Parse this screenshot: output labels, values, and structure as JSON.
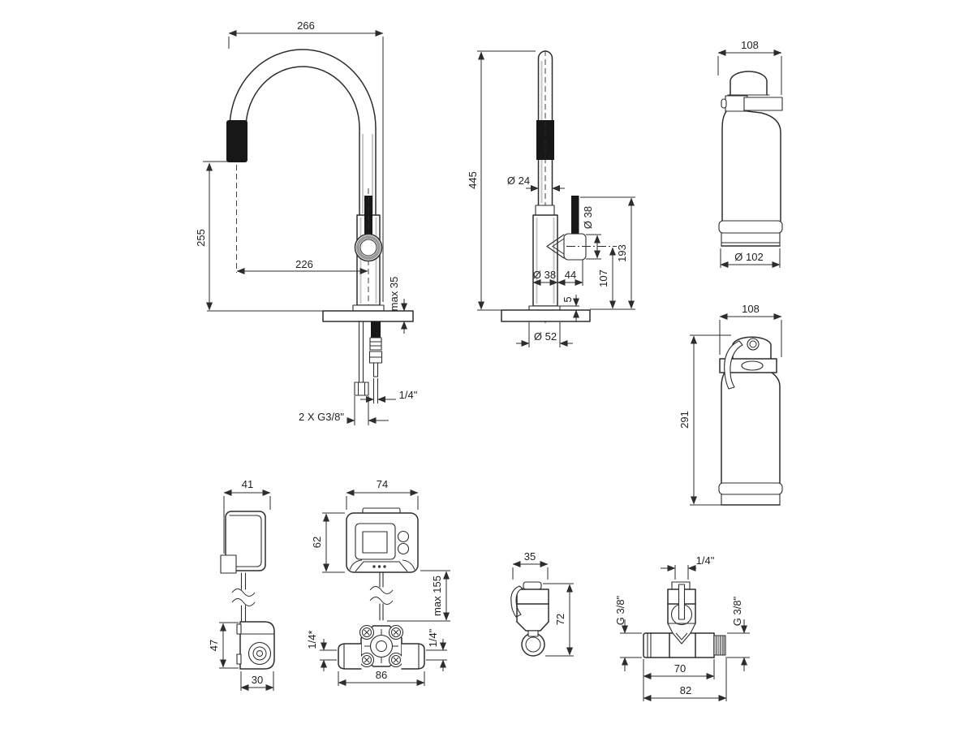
{
  "palette": {
    "ink": "#2d2d2d",
    "fill_black": "#171717",
    "shade_gray": "#c7c7c7",
    "background": "#ffffff"
  },
  "views": {
    "faucet_front": {
      "dims": {
        "spout_width": "266",
        "spout_height": "255",
        "spout_reach": "226",
        "deck_thickness": "max 35",
        "supply_hoses": "2 X G3/8\"",
        "filter_hose": "1/4\""
      }
    },
    "faucet_side": {
      "dims": {
        "total_height": "445",
        "spout_diameter": "Ø 24",
        "handle_diameter": "Ø 38",
        "handle_top_height": "193",
        "handle_axis_height": "107",
        "body_diameter": "Ø 38",
        "handle_offset": "44",
        "base_plate_thickness": "5",
        "base_diameter": "Ø 52"
      }
    },
    "cartridge_side": {
      "dims": {
        "width": "108",
        "diameter": "Ø 102"
      }
    },
    "cartridge_front": {
      "dims": {
        "width": "108",
        "height": "291"
      }
    },
    "control_unit_side": {
      "dims": {
        "width": "41",
        "height": "47",
        "depth": "30"
      }
    },
    "control_unit_front": {
      "dims": {
        "width": "74",
        "height": "62",
        "cable_length": "max 155",
        "port_left": "1/4*",
        "port_right": "1/4\"",
        "manifold_width": "86"
      }
    },
    "shutoff_valve": {
      "dims": {
        "width": "35",
        "height": "72"
      }
    },
    "tee_valve": {
      "dims": {
        "top_port": "1/4\"",
        "left_port": "G 3/8\"",
        "right_port": "G 3/8\"",
        "body_length": "70",
        "overall_length": "82"
      }
    }
  }
}
